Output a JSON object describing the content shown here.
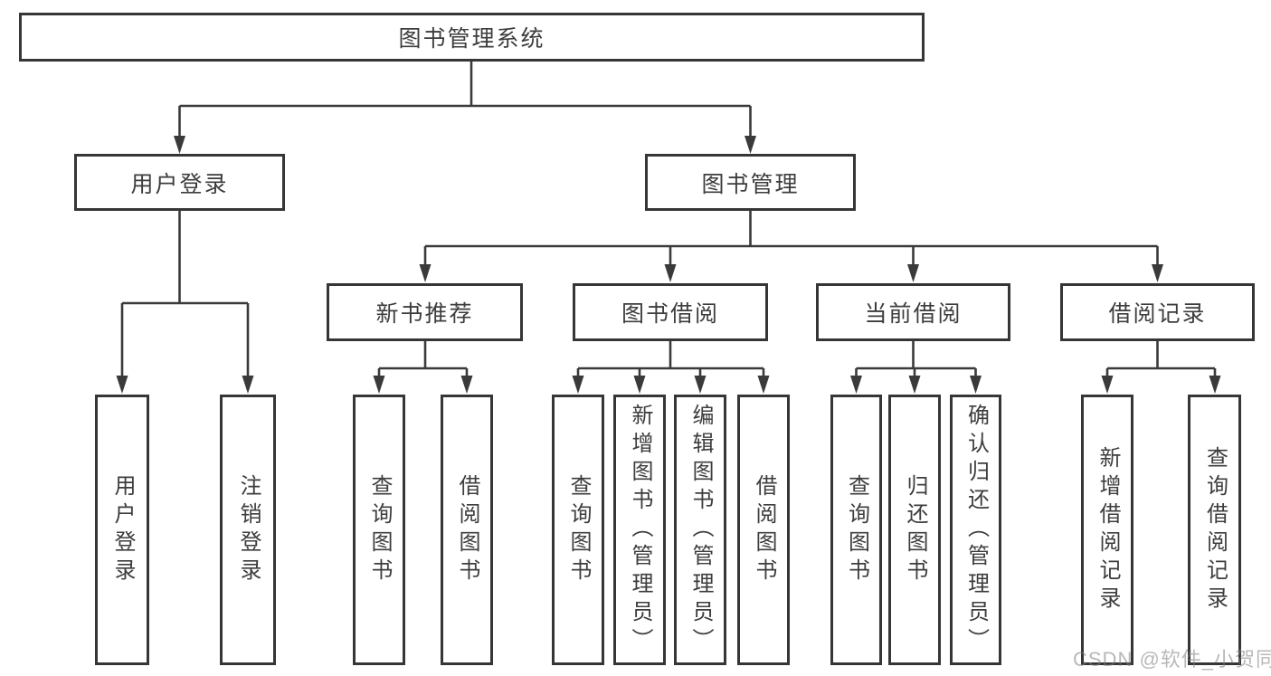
{
  "diagram": {
    "root": {
      "label": "图书管理系统"
    },
    "level2": [
      {
        "label": "用户登录"
      },
      {
        "label": "图书管理"
      }
    ],
    "level3": [
      {
        "label": "新书推荐",
        "parent": "图书管理"
      },
      {
        "label": "图书借阅",
        "parent": "图书管理"
      },
      {
        "label": "当前借阅",
        "parent": "图书管理"
      },
      {
        "label": "借阅记录",
        "parent": "图书管理"
      }
    ],
    "leaves": [
      {
        "label": "用户登录",
        "parent": "用户登录"
      },
      {
        "label": "注销登录",
        "parent": "用户登录"
      },
      {
        "label": "查询图书",
        "parent": "新书推荐"
      },
      {
        "label": "借阅图书",
        "parent": "新书推荐"
      },
      {
        "label": "查询图书",
        "parent": "图书借阅"
      },
      {
        "label": "新增图书（管理员）",
        "parent": "图书借阅"
      },
      {
        "label": "编辑图书（管理员）",
        "parent": "图书借阅"
      },
      {
        "label": "借阅图书",
        "parent": "图书借阅"
      },
      {
        "label": "查询图书",
        "parent": "当前借阅"
      },
      {
        "label": "归还图书",
        "parent": "当前借阅"
      },
      {
        "label": "确认归还（管理员）",
        "parent": "当前借阅"
      },
      {
        "label": "新增借阅记录",
        "parent": "借阅记录"
      },
      {
        "label": "查询借阅记录",
        "parent": "借阅记录"
      }
    ]
  },
  "watermark": {
    "text": "CSDN @软件_小贺同学"
  },
  "colors": {
    "line": "#3a3a3a",
    "box_border": "#363636",
    "text": "#3d3d3d",
    "watermark": "#7d7d7d",
    "background": "#ffffff"
  }
}
